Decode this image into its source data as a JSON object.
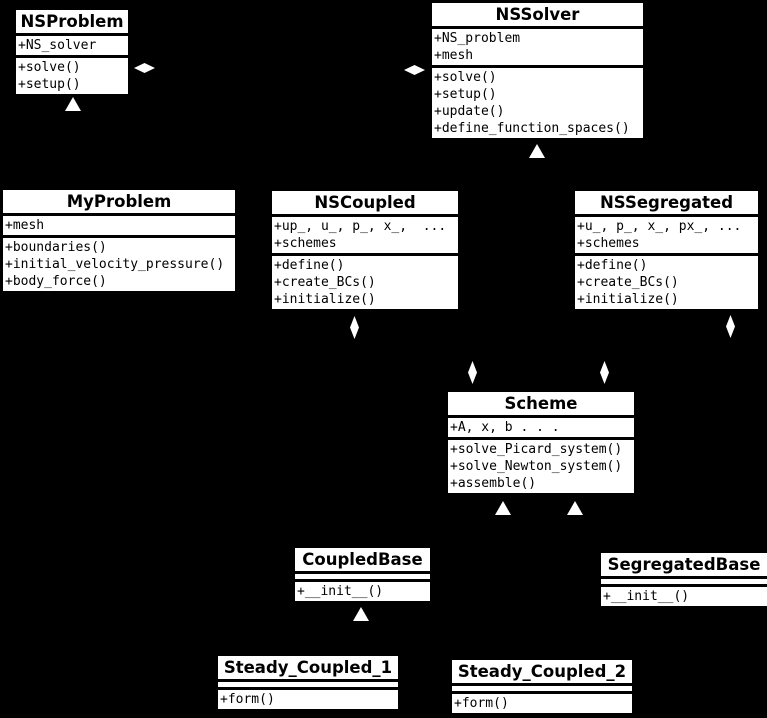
{
  "diagram": {
    "background": "#000000",
    "box_fill": "#ffffff",
    "text_color": "#000000",
    "markers": {
      "aggregation": "white-diamond",
      "inheritance": "white-hollow-triangle"
    }
  },
  "classes": [
    {
      "name": "NSProblem",
      "attributes": [
        "+NS_solver"
      ],
      "methods": [
        "+solve()",
        "+setup()"
      ]
    },
    {
      "name": "NSSolver",
      "attributes": [
        "+NS_problem",
        "+mesh"
      ],
      "methods": [
        "+solve()",
        "+setup()",
        "+update()",
        "+define_function_spaces()"
      ]
    },
    {
      "name": "MyProblem",
      "attributes": [
        "+mesh"
      ],
      "methods": [
        "+boundaries()",
        "+initial_velocity_pressure()",
        "+body_force()"
      ]
    },
    {
      "name": "NSCoupled",
      "attributes": [
        "+up_, u_, p_, x_,  ...",
        "+schemes"
      ],
      "methods": [
        "+define()",
        "+create_BCs()",
        "+initialize()"
      ]
    },
    {
      "name": "NSSegregated",
      "attributes": [
        "+u_, p_, x_, px_, ...",
        "+schemes"
      ],
      "methods": [
        "+define()",
        "+create_BCs()",
        "+initialize()"
      ]
    },
    {
      "name": "Scheme",
      "attributes": [
        "+A, x, b . . ."
      ],
      "methods": [
        "+solve_Picard_system()",
        "+solve_Newton_system()",
        "+assemble()"
      ]
    },
    {
      "name": "CoupledBase",
      "attributes": [],
      "methods": [
        "+__init__()"
      ]
    },
    {
      "name": "SegregatedBase",
      "attributes": [],
      "methods": [
        "+__init__()"
      ]
    },
    {
      "name": "Steady_Coupled_1",
      "attributes": [],
      "methods": [
        "+form()"
      ]
    },
    {
      "name": "Steady_Coupled_2",
      "attributes": [],
      "methods": [
        "+form()"
      ]
    }
  ]
}
